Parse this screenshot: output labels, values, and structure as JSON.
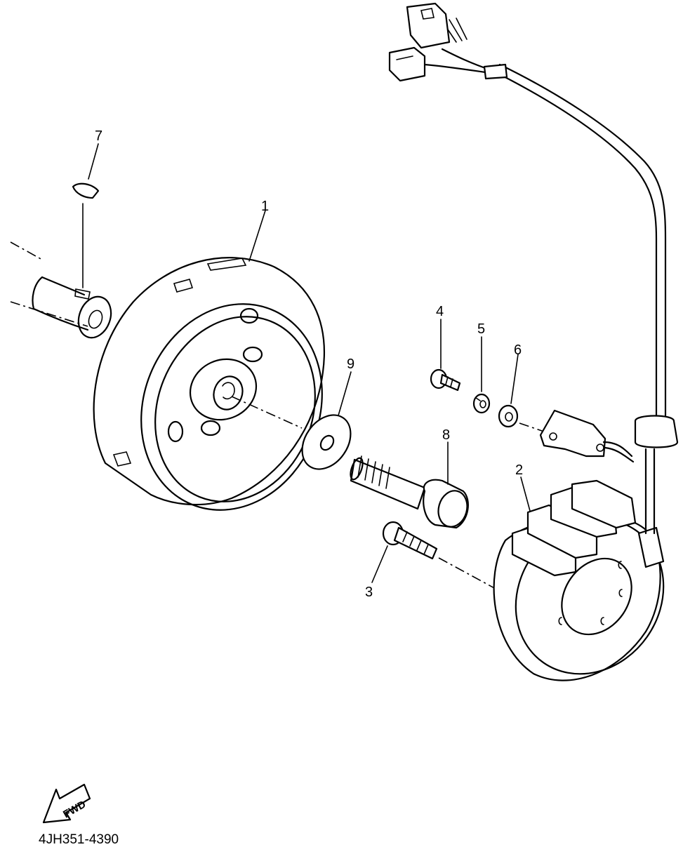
{
  "diagram": {
    "callouts": [
      {
        "id": "1",
        "label": "1"
      },
      {
        "id": "2",
        "label": "2"
      },
      {
        "id": "3",
        "label": "3"
      },
      {
        "id": "4",
        "label": "4"
      },
      {
        "id": "5",
        "label": "5"
      },
      {
        "id": "6",
        "label": "6"
      },
      {
        "id": "7",
        "label": "7"
      },
      {
        "id": "8",
        "label": "8"
      },
      {
        "id": "9",
        "label": "9"
      }
    ],
    "fwd_label": "FWD",
    "diagram_code": "4JH351-4390"
  }
}
